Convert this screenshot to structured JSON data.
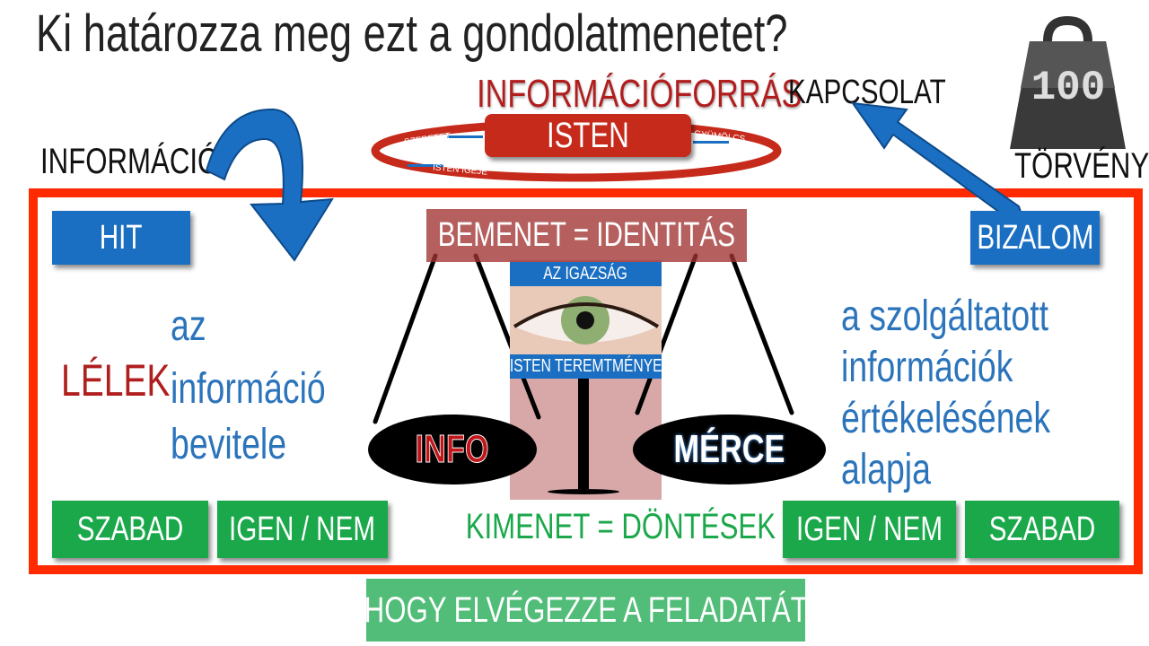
{
  "title": "Ki határozza meg ezt a gondolatmenetet?",
  "source": {
    "label": "INFORMÁCIÓFORRÁS",
    "center": "ISTEN",
    "ring": {
      "left": "SZERETET",
      "right": "GYÜMÖLCS",
      "bottom": "ISTEN IGÉJE"
    }
  },
  "kapcsolat": "KAPCSOLAT",
  "weight": {
    "value": "100",
    "label": "TÖRVÉNY"
  },
  "informacio": "INFORMÁCIÓ",
  "hit": "HIT",
  "bizalom": "BIZALOM",
  "bemenet": "BEMENET = IDENTITÁS",
  "eye": {
    "top": "AZ IGAZSÁG",
    "bottom": "ISTEN TEREMTMÉNYE"
  },
  "lelek": "LÉLEK",
  "left_text": [
    "az",
    "információ",
    "bevitele"
  ],
  "right_text": [
    "a szolgáltatott",
    "információk",
    "értékelésének",
    "alapja"
  ],
  "info": "INFO",
  "merce": "MÉRCE",
  "bottom": {
    "szabad_left": "SZABAD",
    "igen_nem_left": "IGEN / NEM",
    "kimenet": "KIMENET = DÖNTÉSEK",
    "igen_nem_right": "IGEN / NEM",
    "szabad_right": "SZABAD"
  },
  "task": "HOGY ELVÉGEZZE A FELADATÁT",
  "colors": {
    "red": "#ff2a00",
    "blue": "#1b6fc2",
    "green": "#1aa84a",
    "darkred": "#b01e1e"
  }
}
